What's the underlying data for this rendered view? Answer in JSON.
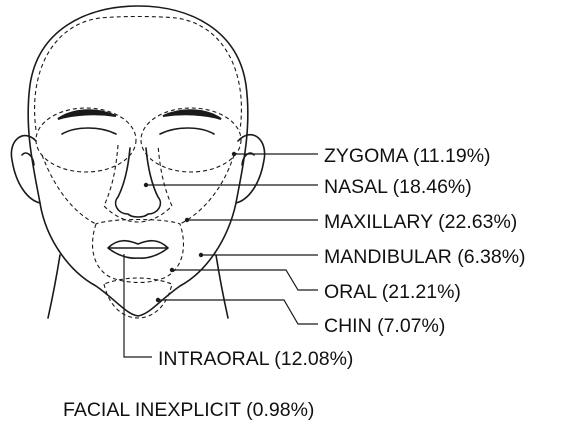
{
  "regions": [
    {
      "id": "zygoma",
      "text": "ZYGOMA (11.19%)",
      "percent": 11.19
    },
    {
      "id": "nasal",
      "text": "NASAL (18.46%)",
      "percent": 18.46
    },
    {
      "id": "maxillary",
      "text": "MAXILLARY (22.63%)",
      "percent": 22.63
    },
    {
      "id": "mandibular",
      "text": "MANDIBULAR (6.38%)",
      "percent": 6.38
    },
    {
      "id": "oral",
      "text": "ORAL (21.21%)",
      "percent": 21.21
    },
    {
      "id": "chin",
      "text": "CHIN (7.07%)",
      "percent": 7.07
    },
    {
      "id": "intraoral",
      "text": "INTRAORAL (12.08%)",
      "percent": 12.08
    }
  ],
  "footer": {
    "text": "FACIAL INEXPLICIT (0.98%)",
    "percent": 0.98
  }
}
